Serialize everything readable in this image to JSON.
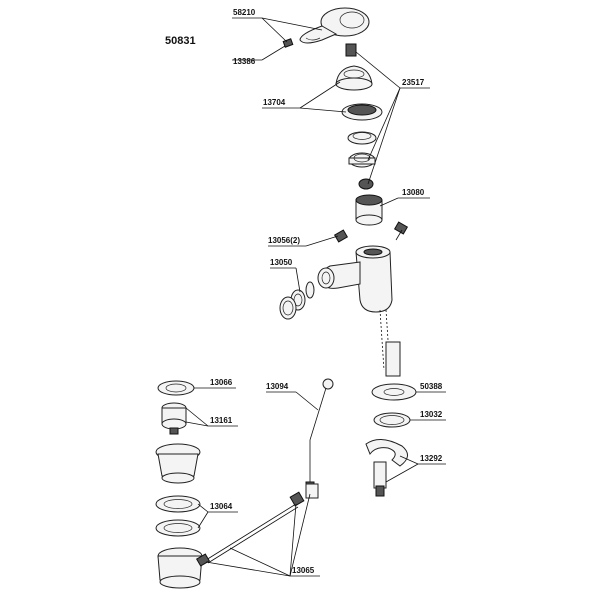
{
  "diagram": {
    "model_number": "50831",
    "part_labels": [
      "58210",
      "13386",
      "23517",
      "13704",
      "13080",
      "13056(2)",
      "13050",
      "13066",
      "13094",
      "13161",
      "50388",
      "13032",
      "13292",
      "13064",
      "13065"
    ]
  }
}
